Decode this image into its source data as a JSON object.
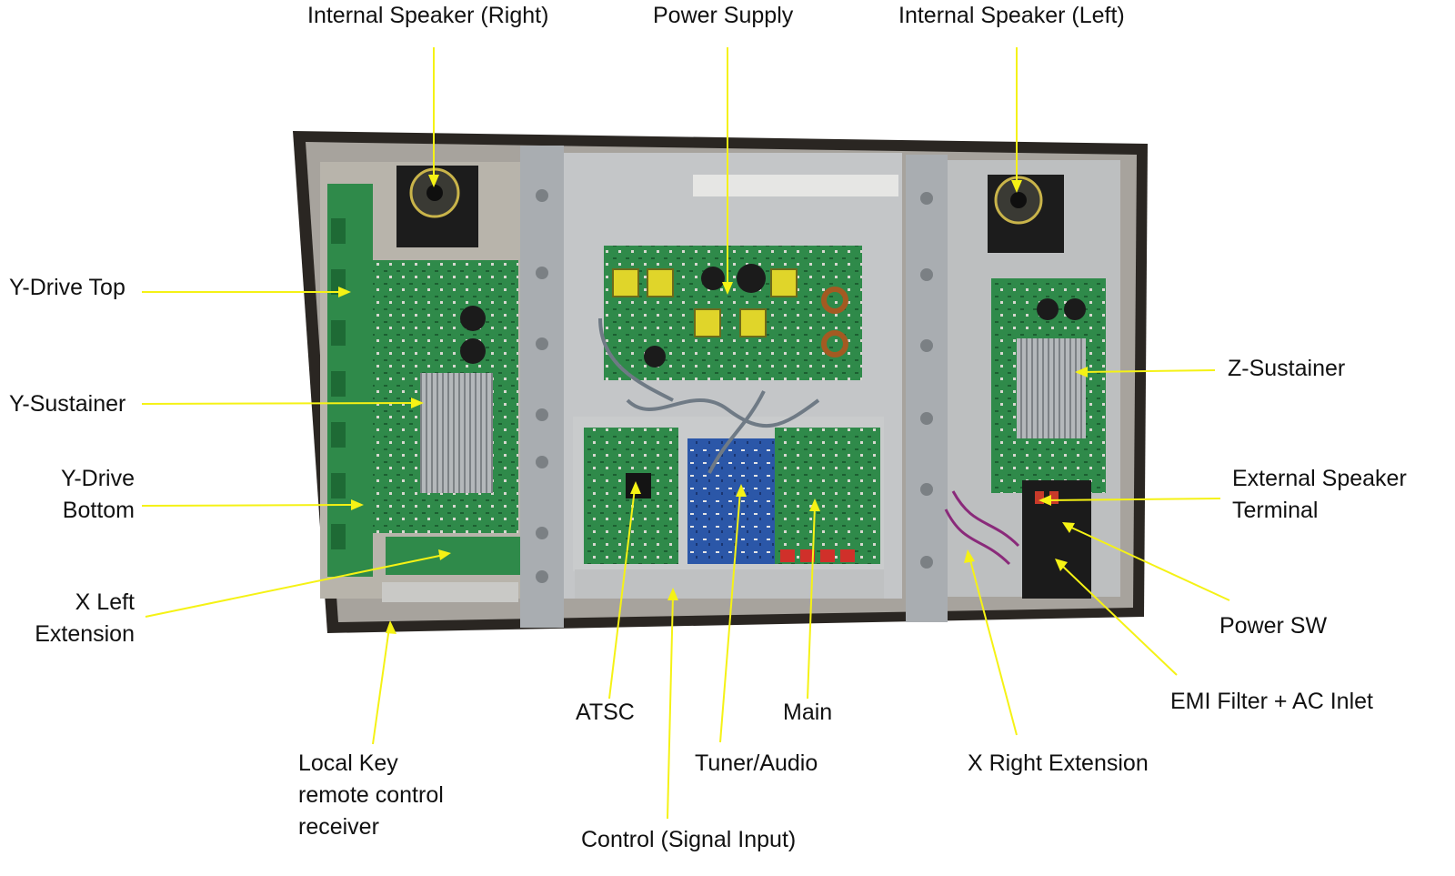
{
  "labels": {
    "internal_speaker_right": "Internal Speaker (Right)",
    "power_supply": "Power Supply",
    "internal_speaker_left": "Internal Speaker (Left)",
    "y_drive_top": "Y-Drive Top",
    "y_sustainer": "Y-Sustainer",
    "y_drive_bottom": "Y-Drive\nBottom",
    "x_left_extension": "X Left\nExtension",
    "z_sustainer": "Z-Sustainer",
    "external_speaker_terminal": "External Speaker\nTerminal",
    "power_sw": "Power SW",
    "emi_filter_ac_inlet": "EMI Filter + AC Inlet",
    "atsc": "ATSC",
    "main": "Main",
    "tuner_audio": "Tuner/Audio",
    "x_right_extension": "X Right Extension",
    "local_key": "Local Key\nremote control\nreceiver",
    "control_signal_input": "Control (Signal Input)"
  },
  "colors": {
    "leader_line": "#f5f215",
    "text": "#111111",
    "pcb_green": "#2f8a4a",
    "chassis_gray": "#b9bcbf",
    "frame_dark": "#2a2622"
  }
}
